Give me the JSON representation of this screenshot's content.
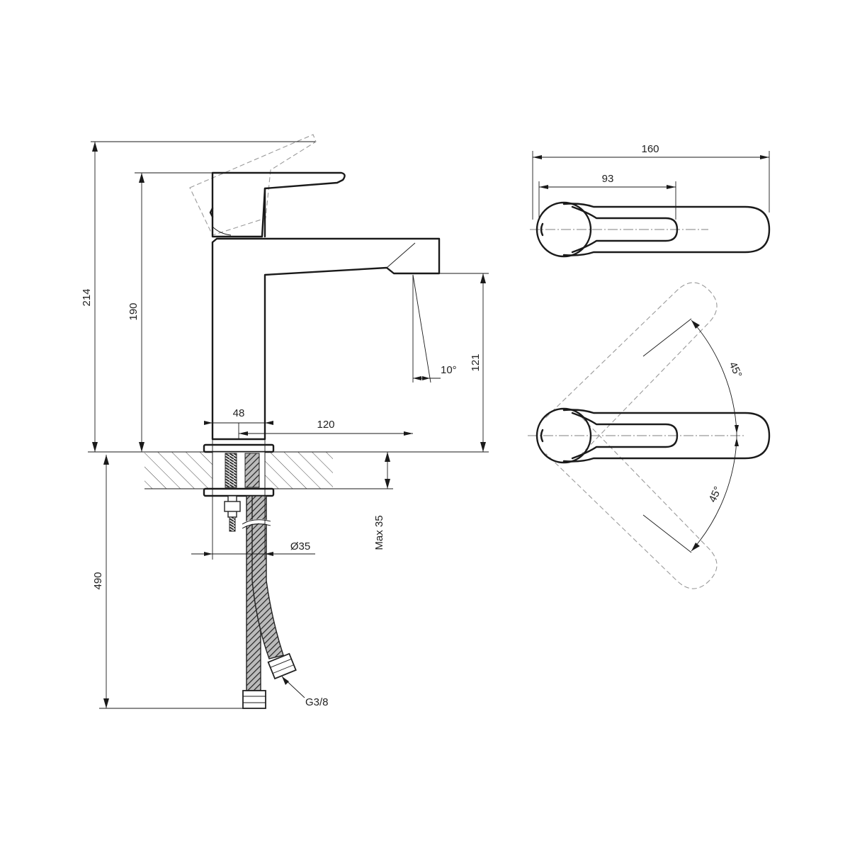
{
  "dimensions": {
    "total_height": "214",
    "spout_height_max": "190",
    "outlet_height": "121",
    "spout_angle": "10°",
    "body_width": "48",
    "spout_reach": "120",
    "hose_length": "490",
    "deck_thickness": "Max 35",
    "hole_diameter": "Ø35",
    "connection": "G3/8",
    "handle_length": "160",
    "handle_radius": "93",
    "rotation_up": "45°",
    "rotation_down": "45°"
  }
}
